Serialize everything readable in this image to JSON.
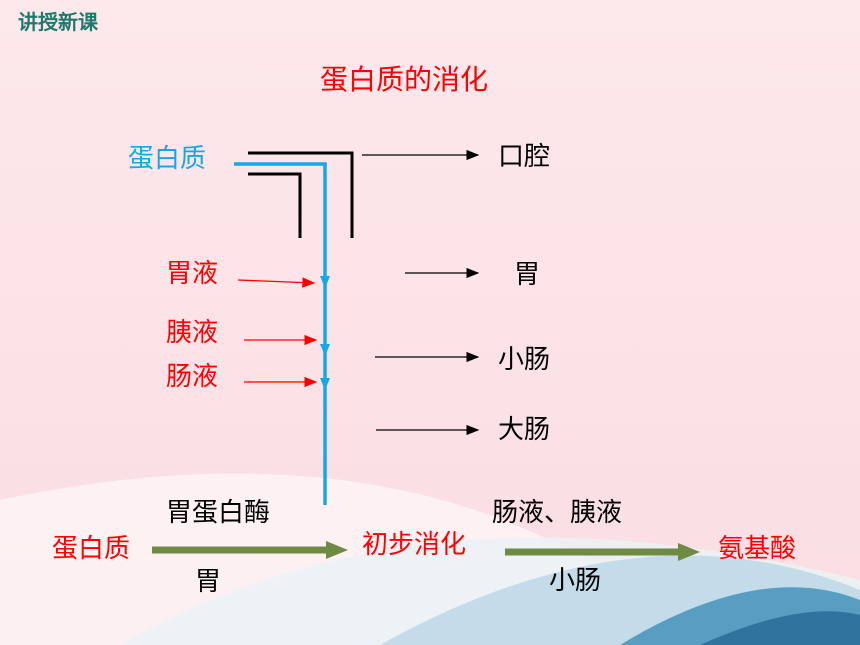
{
  "header": {
    "section_title": "讲授新课"
  },
  "title": "蛋白质的消化",
  "diagram": {
    "input_label": "蛋白质",
    "organs": {
      "mouth": "口腔",
      "stomach": "胃",
      "small_intestine": "小肠",
      "large_intestine": "大肠"
    },
    "juices": {
      "gastric": "胃液",
      "pancreatic": "胰液",
      "intestinal": "肠液"
    }
  },
  "flow": {
    "start": "蛋白质",
    "step1_enzyme": "胃蛋白酶",
    "step1_site": "胃",
    "intermediate": "初步消化",
    "step2_enzyme": "肠液、胰液",
    "step2_site": "小肠",
    "end": "氨基酸"
  },
  "colors": {
    "header": "#1f7a6e",
    "red_text": "#ff0000",
    "blue_path": "#12a9e8",
    "flow_arrow": "#6f8a43",
    "wave": "#3c8fb8"
  }
}
